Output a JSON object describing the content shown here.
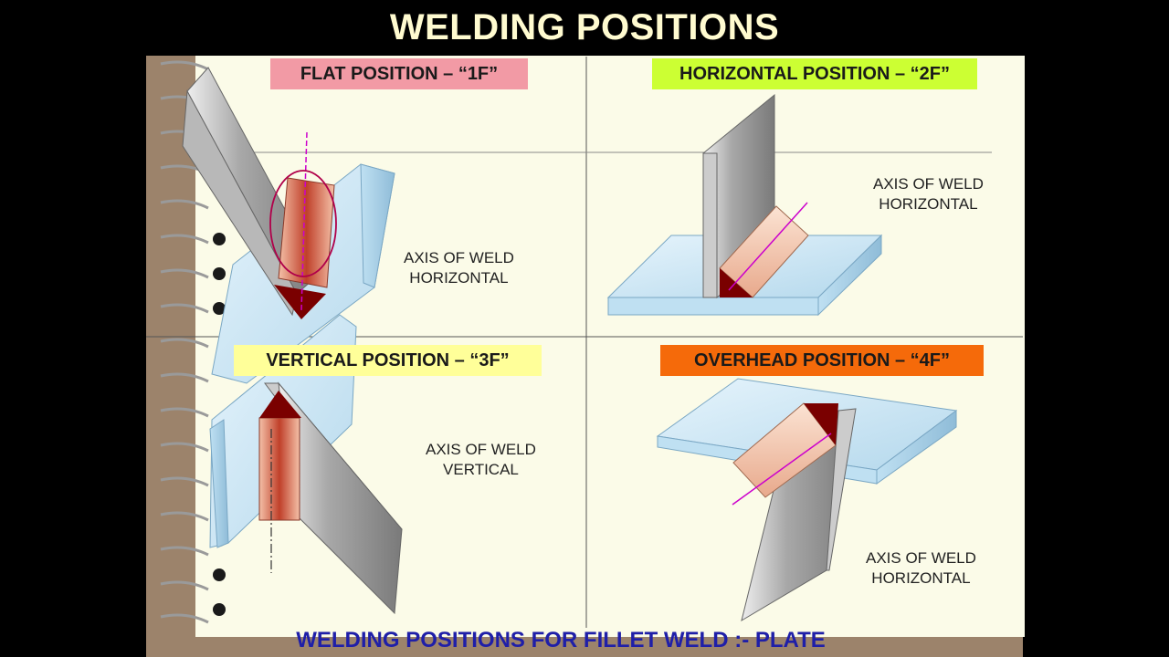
{
  "title": "WELDING POSITIONS",
  "positions": {
    "flat": {
      "label": "FLAT POSITION – “1F”",
      "axis_line1": "AXIS OF WELD",
      "axis_line2": "HORIZONTAL"
    },
    "horizontal": {
      "label": "HORIZONTAL POSITION – “2F”",
      "axis_line1": "AXIS OF WELD",
      "axis_line2": "HORIZONTAL"
    },
    "vertical": {
      "label": "VERTICAL POSITION – “3F”",
      "axis_line1": "AXIS OF WELD",
      "axis_line2": "VERTICAL"
    },
    "overhead": {
      "label": "OVERHEAD POSITION – “4F”",
      "axis_line1": "AXIS OF WELD",
      "axis_line2": "HORIZONTAL"
    }
  },
  "footer": "WELDING POSITIONS FOR FILLET WELD :- PLATE",
  "colors": {
    "flat_label_bg": "#f29aa5",
    "horizontal_label_bg": "#ccff33",
    "vertical_label_bg": "#ffff99",
    "overhead_label_bg": "#f56a0a",
    "title_text": "#fffbd0",
    "footer_text": "#1f1fa8",
    "weld_root": "#7a0000",
    "axis_line": "#cc00cc"
  }
}
